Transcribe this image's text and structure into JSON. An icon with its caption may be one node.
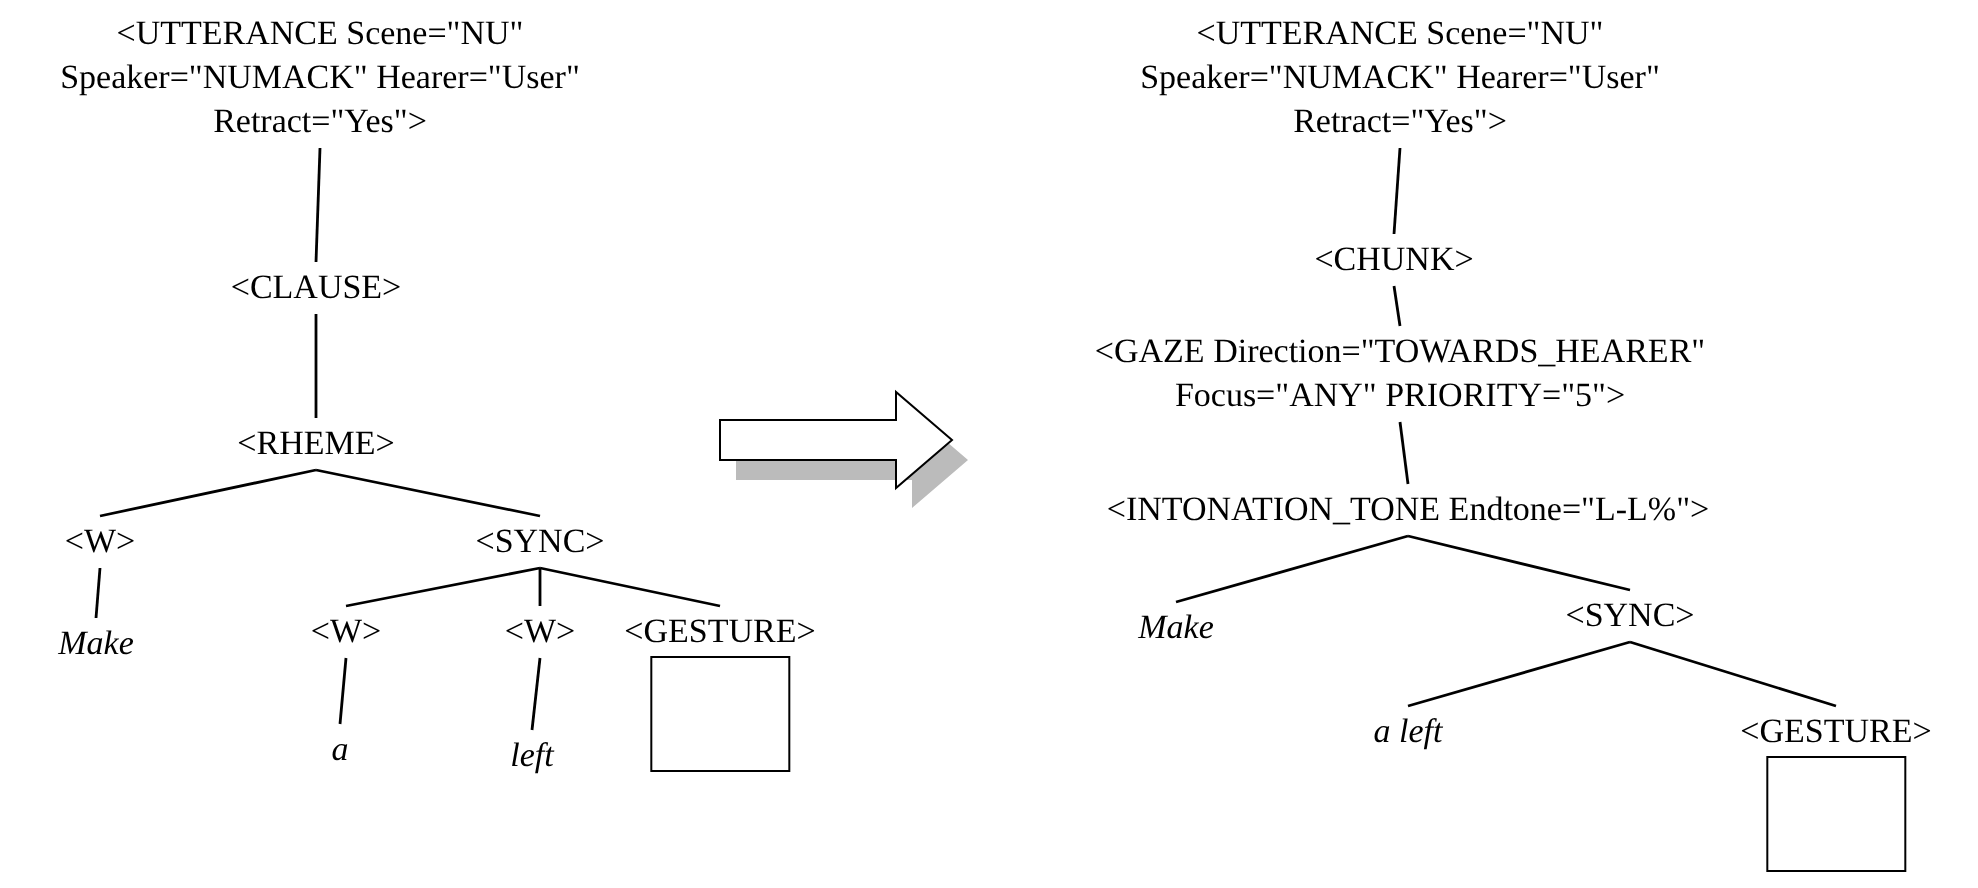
{
  "diagram": {
    "nodes": [
      {
        "text": [
          "<UTTERANCE Scene=\"NU\" Speaker=\"NUMACK\" Hearer=\"User\" Retract=\"Yes\">"
        ]
      },
      {
        "text": [
          "<CLAUSE>"
        ]
      },
      {
        "text": [
          "<RHEME>"
        ]
      },
      {
        "text": [
          "<W>"
        ]
      },
      {
        "text": [
          "Make"
        ]
      },
      {
        "text": [
          "<SYNC>"
        ]
      },
      {
        "text": [
          "<W>"
        ]
      },
      {
        "text": [
          "a"
        ]
      },
      {
        "text": [
          "<W>"
        ]
      },
      {
        "text": [
          "left"
        ]
      },
      {
        "text": [
          "<GESTURE>"
        ]
      },
      {
        "text": [
          "<UTTERANCE Scene=\"NU\" Speaker=\"NUMACK\" Hearer=\"User\" Retract=\"Yes\">"
        ]
      },
      {
        "text": [
          "<CHUNK>"
        ]
      },
      {
        "text": [
          "<GAZE Direction=\"TOWARDS_HEARER\" Focus=\"ANY\" PRIORITY=\"5\">"
        ]
      },
      {
        "text": [
          "<INTONATION_TONE Endtone=\"L-L%\">"
        ]
      },
      {
        "text": [
          "Make"
        ]
      },
      {
        "text": [
          "<SYNC>"
        ]
      },
      {
        "text": [
          "a left"
        ]
      },
      {
        "text": [
          "<GESTURE>"
        ]
      }
    ],
    "edges": [
      {
        "from": 0,
        "to": 1,
        "arrow": "none"
      },
      {
        "from": 1,
        "to": 2,
        "arrow": "none"
      },
      {
        "from": 2,
        "to": 3,
        "arrow": "none"
      },
      {
        "from": 2,
        "to": 5,
        "arrow": "none"
      },
      {
        "from": 3,
        "to": 4,
        "arrow": "none"
      },
      {
        "from": 5,
        "to": 6,
        "arrow": "none"
      },
      {
        "from": 5,
        "to": 8,
        "arrow": "none"
      },
      {
        "from": 5,
        "to": 10,
        "arrow": "none"
      },
      {
        "from": 6,
        "to": 7,
        "arrow": "none"
      },
      {
        "from": 8,
        "to": 9,
        "arrow": "none"
      },
      {
        "from": 11,
        "to": 12,
        "arrow": "none"
      },
      {
        "from": 12,
        "to": 13,
        "arrow": "none"
      },
      {
        "from": 13,
        "to": 14,
        "arrow": "none"
      },
      {
        "from": 14,
        "to": 15,
        "arrow": "none"
      },
      {
        "from": 14,
        "to": 16,
        "arrow": "none"
      },
      {
        "from": 16,
        "to": 17,
        "arrow": "none"
      },
      {
        "from": 16,
        "to": 18,
        "arrow": "none"
      }
    ]
  }
}
